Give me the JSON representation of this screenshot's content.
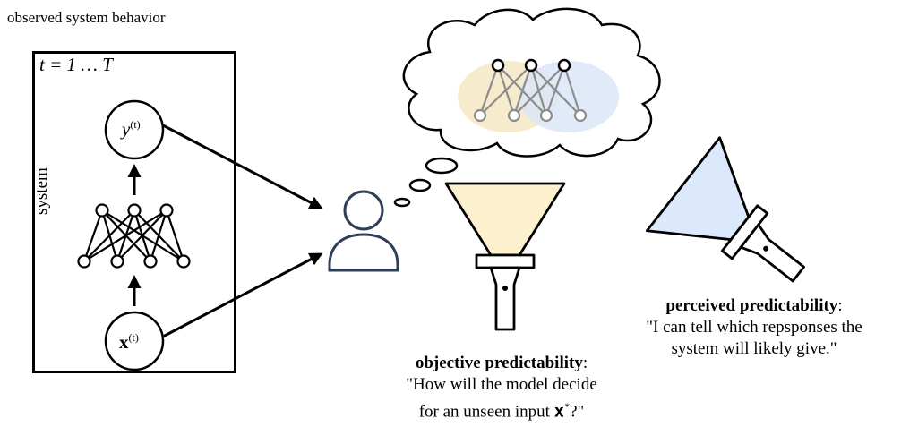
{
  "top_caption": "observed system behavior",
  "time_label": "t = 1 … T",
  "system_label": "system",
  "y_node": {
    "base": "y",
    "sup": "(t)"
  },
  "x_node": {
    "base": "x",
    "sup": "(t)"
  },
  "objective": {
    "title": "objective predictability",
    "quote_line1": "\"How will the model decide",
    "quote_line2_pre": "for an unseen input ",
    "quote_line2_var": "x",
    "quote_line2_sup": "*",
    "quote_line2_post": "?\""
  },
  "perceived": {
    "title": "perceived predictability",
    "quote_line1": "\"I can tell which repsponses the",
    "quote_line2": "system will likely give.\""
  },
  "colors": {
    "objective_beam": "#fdf0cf",
    "perceived_beam": "#dce8fb",
    "cloud_net_yellow": "#f6e8c4",
    "cloud_net_blue": "#dce6f7",
    "person_stroke": "#2f3f58",
    "stroke": "#000000",
    "net_gray": "#8c8c8c"
  },
  "icons": [
    "thought-cloud-icon",
    "person-icon",
    "flashlight-icon",
    "neural-network-icon"
  ]
}
